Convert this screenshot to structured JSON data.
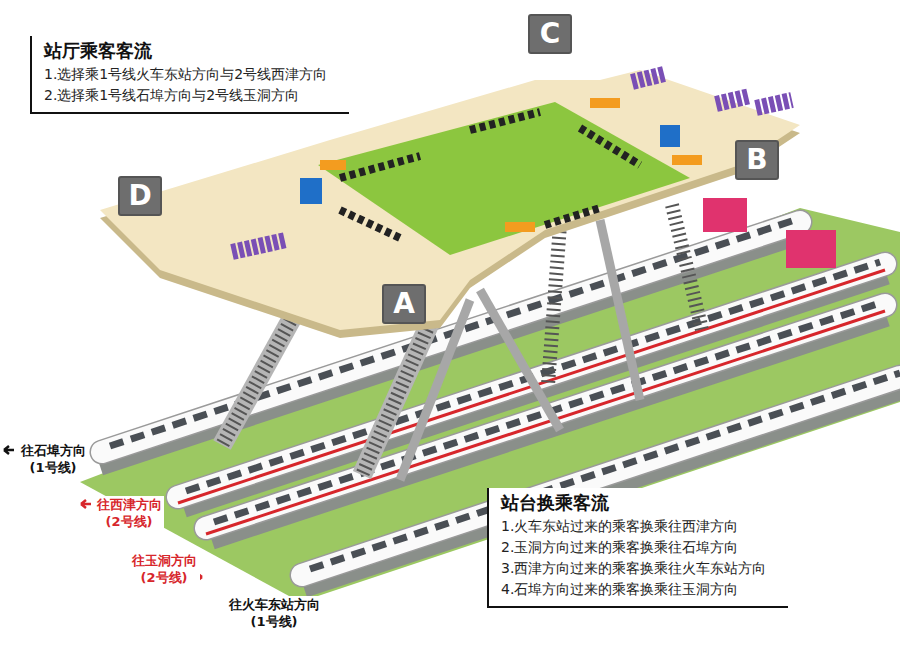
{
  "diagram": {
    "nodes": [
      {
        "text": [
          "站厅乘客客流",
          "1.选择乘1号线火车东站方向与2号线西津方向",
          "2.选择乘1号线石埠方向与2号线玉洞方向"
        ]
      },
      {
        "text": [
          "C"
        ]
      },
      {
        "text": [
          "B"
        ]
      },
      {
        "text": [
          "D"
        ]
      },
      {
        "text": [
          "A"
        ]
      },
      {
        "text": [
          "站台换乘客流",
          "1.火车东站过来的乘客换乘往西津方向",
          "2.玉洞方向过来的乘客换乘往石埠方向",
          "3.西津方向过来的乘客换乘往火车东站方向",
          "4.石埠方向过来的乘客换乘往玉洞方向"
        ]
      }
    ],
    "labels": [
      "往石埠方向 (1号线)",
      "往西津方向 (2号线)",
      "往玉洞方向 (2号线)",
      "往火车东站方向 (1号线)"
    ]
  }
}
